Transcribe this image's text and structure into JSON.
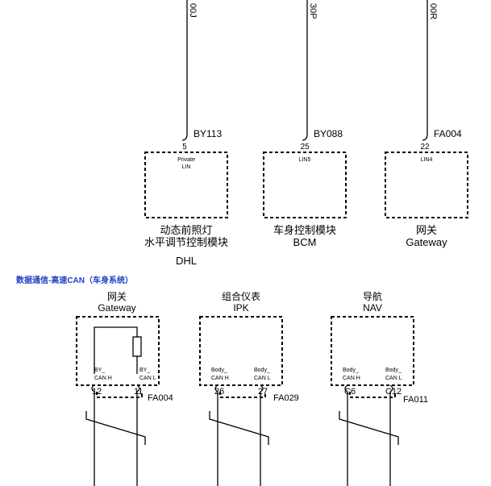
{
  "top_wires": [
    {
      "label": "00J"
    },
    {
      "label": "30P"
    },
    {
      "label": "00R"
    }
  ],
  "top_modules": [
    {
      "connector": "BY113",
      "pin": "5",
      "inner_label_1": "Private",
      "inner_label_2": "LIN",
      "name_line1": "动态前照灯",
      "name_line2": "水平调节控制模块",
      "name_line3": "DHL"
    },
    {
      "connector": "BY088",
      "pin": "25",
      "inner_label_1": "LIN5",
      "inner_label_2": "",
      "name_line1": "车身控制模块",
      "name_line2": "BCM",
      "name_line3": ""
    },
    {
      "connector": "FA004",
      "pin": "22",
      "inner_label_1": "LIN4",
      "inner_label_2": "",
      "name_line1": "网关",
      "name_line2": "Gateway",
      "name_line3": ""
    }
  ],
  "section_title": "数据通信-高速CAN（车身系统）",
  "can_modules": [
    {
      "title_cn": "网关",
      "title_en": "Gateway",
      "left_label_1": "BY_",
      "left_label_2": "CAN H",
      "right_label_1": "BY_",
      "right_label_2": "CAN L",
      "pin_left": "12",
      "pin_right": "11",
      "connector": "FA004"
    },
    {
      "title_cn": "组合仪表",
      "title_en": "IPK",
      "left_label_1": "Body_",
      "left_label_2": "CAN H",
      "right_label_1": "Body_",
      "right_label_2": "CAN L",
      "pin_left": "26",
      "pin_right": "27",
      "connector": "FA029"
    },
    {
      "title_cn": "导航",
      "title_en": "NAV",
      "left_label_1": "Body_",
      "left_label_2": "CAN H",
      "right_label_1": "Body_",
      "right_label_2": "CAN L",
      "pin_left": "C6",
      "pin_right": "C12",
      "connector": "FA011"
    }
  ]
}
